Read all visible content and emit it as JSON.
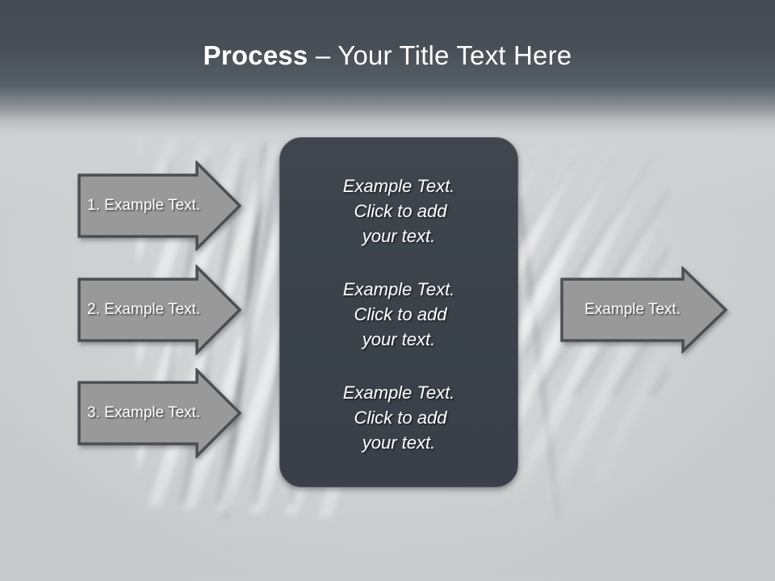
{
  "slide": {
    "title_bold": "Process",
    "title_separator": " – ",
    "title_regular": "Your Title Text Here",
    "background_description": "blurred railway track photo"
  },
  "colors": {
    "header_dark": "#434a52",
    "panel_fill": "#3b424a",
    "panel_border": "#5a626a",
    "arrow_fill": "#999999",
    "arrow_border": "#4b4f54",
    "background_light": "#cdcfd1",
    "text_white": "#ffffff"
  },
  "input_arrows": [
    {
      "id": "step-1",
      "label": "1. Example Text."
    },
    {
      "id": "step-2",
      "label": "2. Example Text."
    },
    {
      "id": "step-3",
      "label": "3. Example Text."
    }
  ],
  "center_panel": {
    "blocks": [
      {
        "line1": "Example Text.",
        "line2": "Click  to add",
        "line3": "your text."
      },
      {
        "line1": "Example Text.",
        "line2": "Click  to add",
        "line3": "your text."
      },
      {
        "line1": "Example Text.",
        "line2": "Click  to add",
        "line3": "your text."
      }
    ]
  },
  "output_arrow": {
    "label": "Example Text."
  }
}
